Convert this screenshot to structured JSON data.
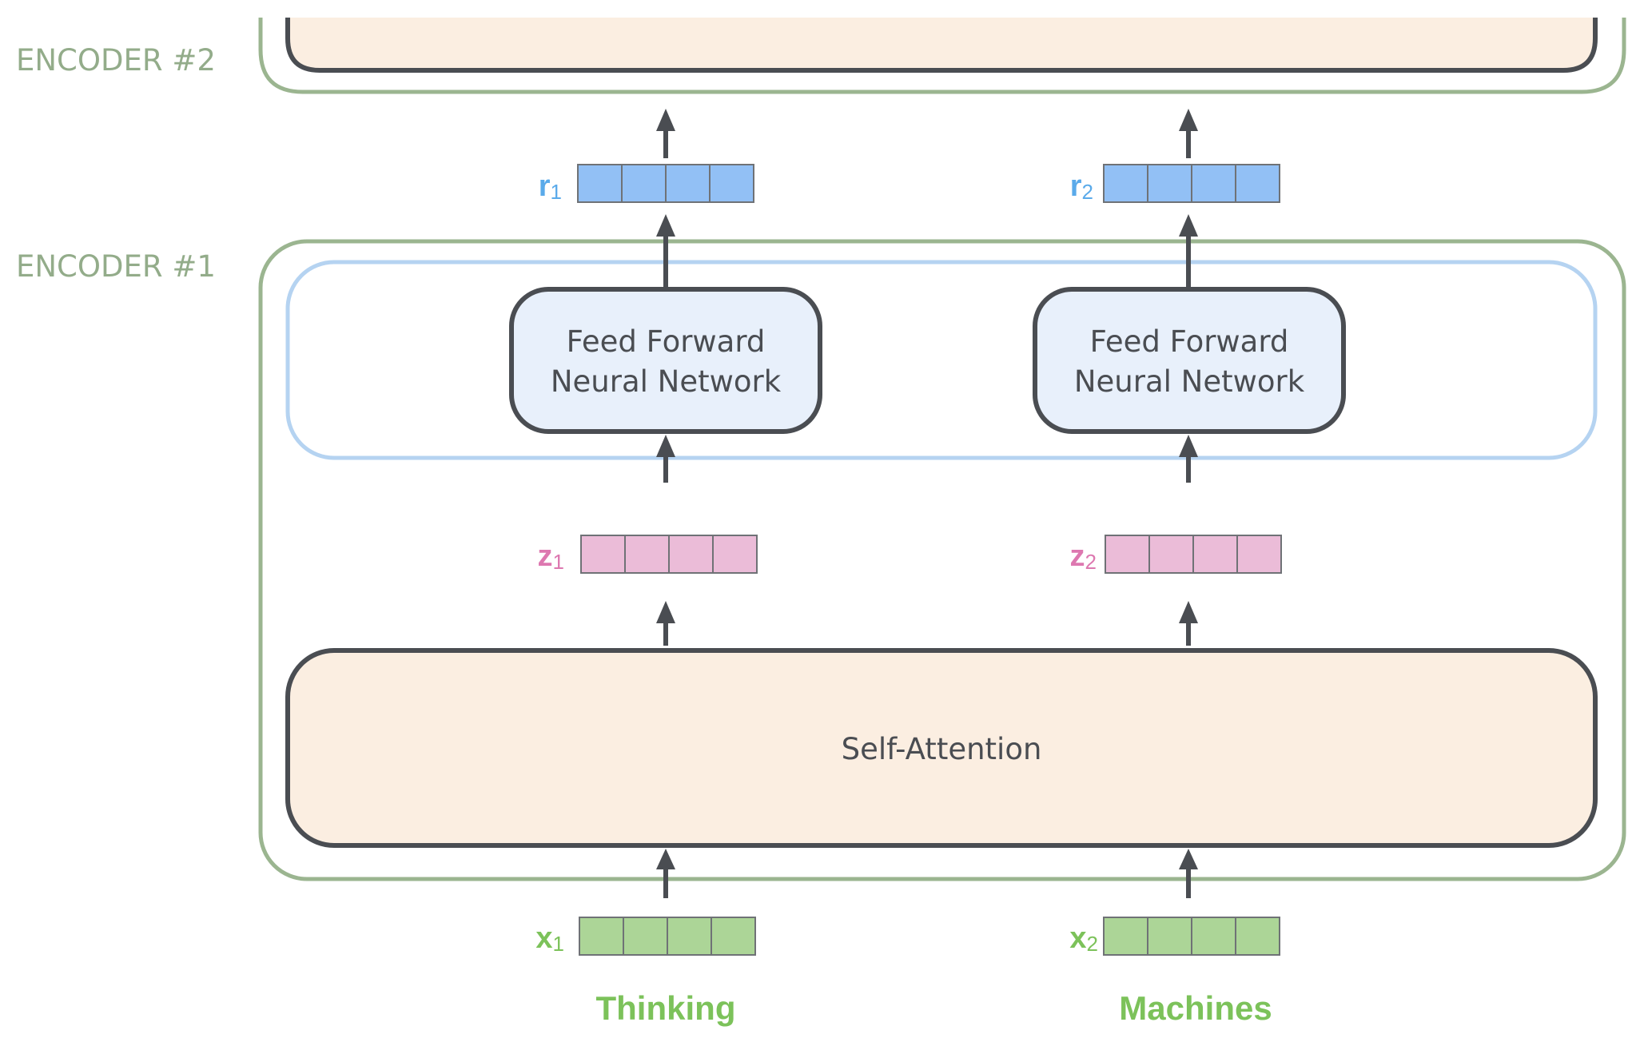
{
  "encoder2": {
    "label": "ENCODER #2"
  },
  "encoder1": {
    "label": "ENCODER #1",
    "ffn_line1": "Feed Forward",
    "ffn_line2": "Neural Network",
    "self_attention": "Self-Attention"
  },
  "columns": [
    {
      "word": "Thinking",
      "x_label": "x",
      "x_sub": "1",
      "z_label": "z",
      "z_sub": "1",
      "r_label": "r",
      "r_sub": "1"
    },
    {
      "word": "Machines",
      "x_label": "x",
      "x_sub": "2",
      "z_label": "z",
      "z_sub": "2",
      "r_label": "r",
      "r_sub": "2"
    }
  ],
  "vector_cells": 4,
  "colors": {
    "encoder_border": "#9bb590",
    "ffn_group_border": "#b5d3f1",
    "box_border": "#4a4d52",
    "self_attention_fill": "#fbeee1",
    "ffn_fill": "#e8f0fb",
    "x_vector": "#acd597",
    "z_vector": "#ebbcd8",
    "r_vector": "#92c0f5",
    "x_text": "#7cc25a",
    "z_text": "#dd78b0",
    "r_text": "#5aaaea",
    "arrow": "#4a4d52"
  }
}
